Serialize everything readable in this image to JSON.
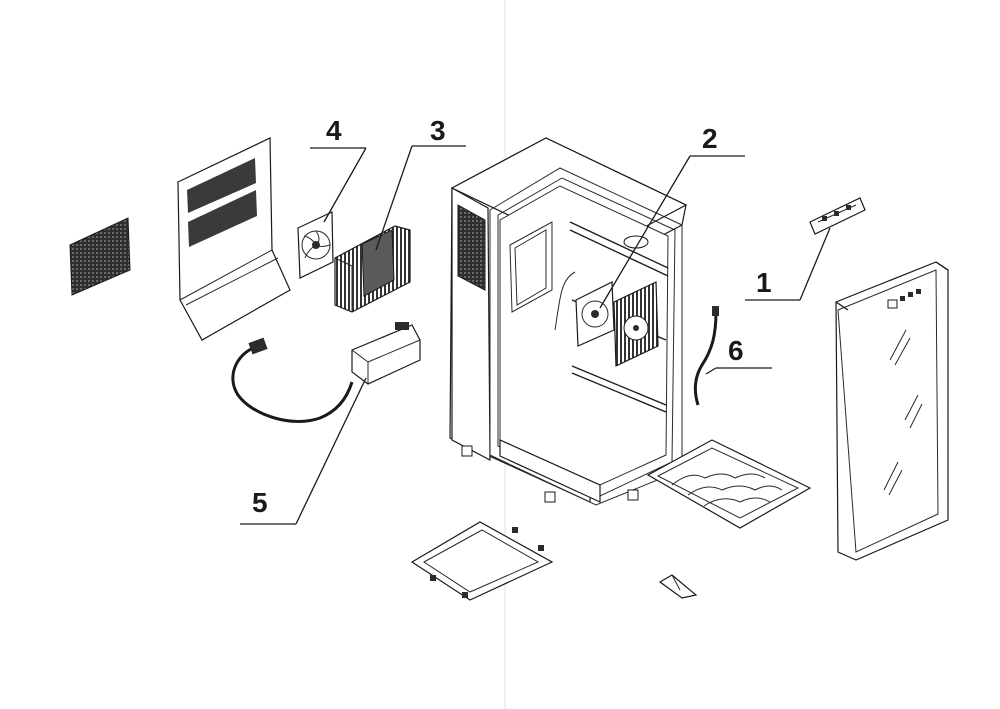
{
  "diagram": {
    "type": "exploded-parts-view",
    "callouts": [
      {
        "id": "1",
        "label": "1"
      },
      {
        "id": "2",
        "label": "2"
      },
      {
        "id": "3",
        "label": "3"
      },
      {
        "id": "4",
        "label": "4"
      },
      {
        "id": "5",
        "label": "5"
      },
      {
        "id": "6",
        "label": "6"
      }
    ]
  }
}
